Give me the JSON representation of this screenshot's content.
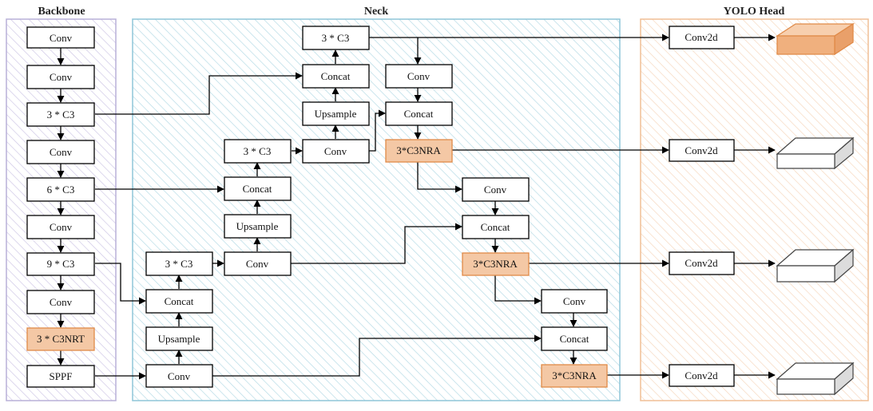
{
  "sections": {
    "backbone": "Backbone",
    "neck": "Neck",
    "head": "YOLO Head"
  },
  "nodes": {
    "b1": "Conv",
    "b2": "Conv",
    "b3": "3 * C3",
    "b4": "Conv",
    "b5": "6 * C3",
    "b6": "Conv",
    "b7": "9 * C3",
    "b8": "Conv",
    "b9": "3 * C3NRT",
    "b10": "SPPF",
    "n_conv1": "Conv",
    "n_up1": "Upsample",
    "n_cat1": "Concat",
    "n_c3a": "3 * C3",
    "n_conv2": "Conv",
    "n_up2": "Upsample",
    "n_cat2": "Concat",
    "n_c3b": "3 * C3",
    "n_conv3": "Conv",
    "n_up3": "Upsample",
    "n_cat3": "Concat",
    "n_c3c": "3 * C3",
    "n_conv4": "Conv",
    "n_cat4": "Concat",
    "n_nra1": "3*C3NRA",
    "n_conv5": "Conv",
    "n_cat5": "Concat",
    "n_nra2": "3*C3NRA",
    "n_conv6": "Conv",
    "n_cat6": "Concat",
    "n_nra3": "3*C3NRA",
    "h1": "Conv2d",
    "h2": "Conv2d",
    "h3": "Conv2d",
    "h4": "Conv2d"
  },
  "colors": {
    "backbone_border": "#b9b0d8",
    "neck_border": "#8fc6d8",
    "head_border": "#f0bf96",
    "highlight_fill": "#f4c8a5",
    "highlight_stroke": "#e08a48"
  }
}
